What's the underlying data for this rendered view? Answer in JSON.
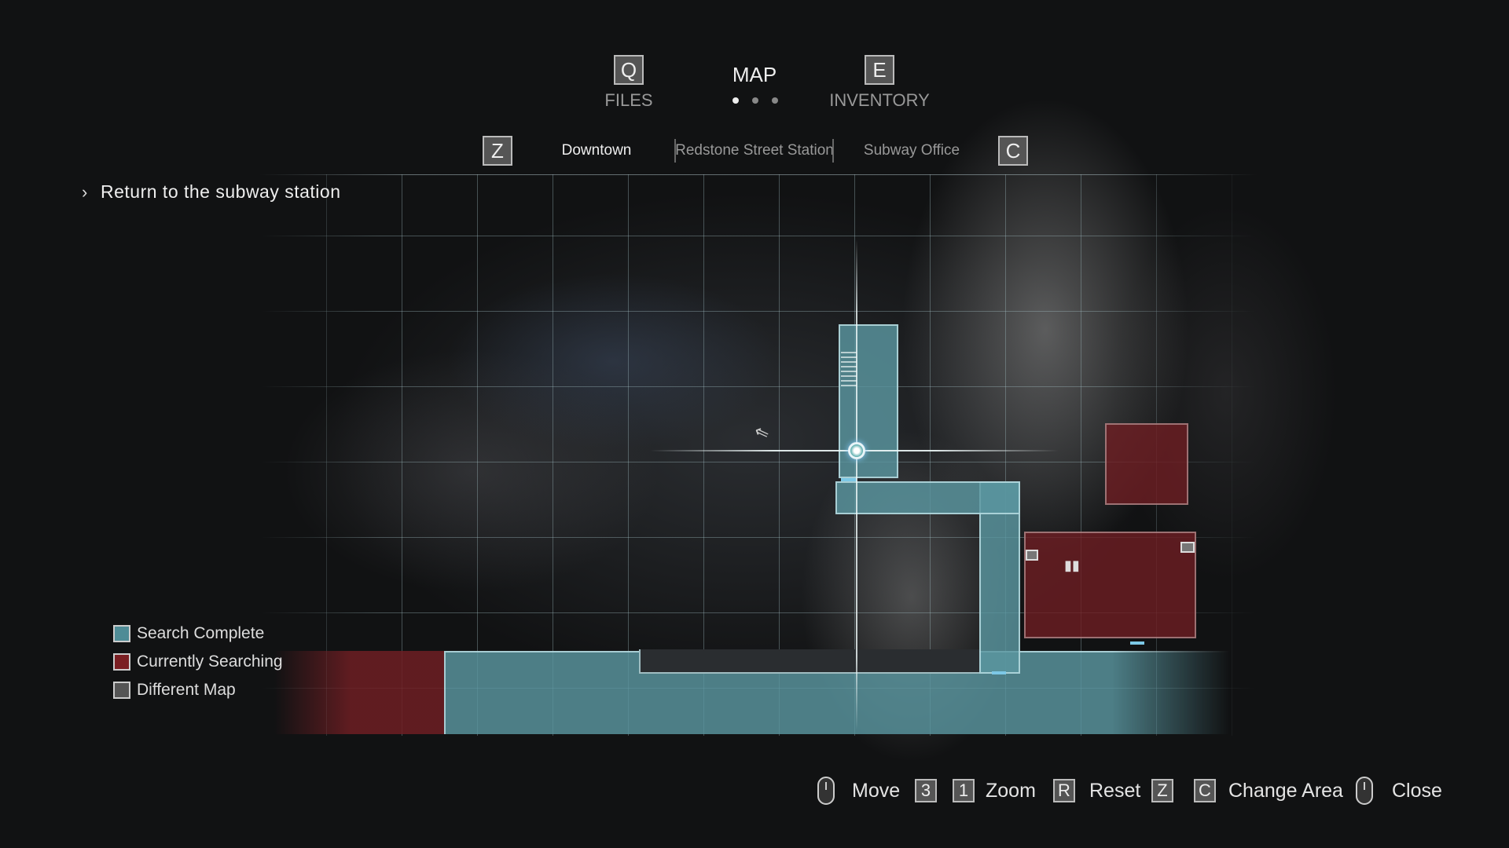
{
  "header": {
    "files": {
      "key": "Q",
      "label": "FILES"
    },
    "map": {
      "label": "MAP",
      "page_dots": 3,
      "active_dot": 1
    },
    "inventory": {
      "key": "E",
      "label": "INVENTORY"
    }
  },
  "area_tabs": {
    "prev_key": "Z",
    "next_key": "C",
    "items": [
      {
        "label": "Downtown",
        "active": true
      },
      {
        "label": "Redstone Street Station",
        "active": false
      },
      {
        "label": "Subway Office",
        "active": false
      }
    ]
  },
  "objective": "Return to the subway station",
  "legend": [
    {
      "label": "Search Complete",
      "color": "#4f8c96"
    },
    {
      "label": "Currently Searching",
      "color": "#7a1e22"
    },
    {
      "label": "Different Map",
      "color": "#555555"
    }
  ],
  "controls": {
    "move": "Move",
    "zoom_keys": [
      "3",
      "1"
    ],
    "zoom": "Zoom",
    "reset_key": "R",
    "reset": "Reset",
    "area_keys": [
      "Z",
      "C"
    ],
    "change_area": "Change Area",
    "close": "Close"
  }
}
